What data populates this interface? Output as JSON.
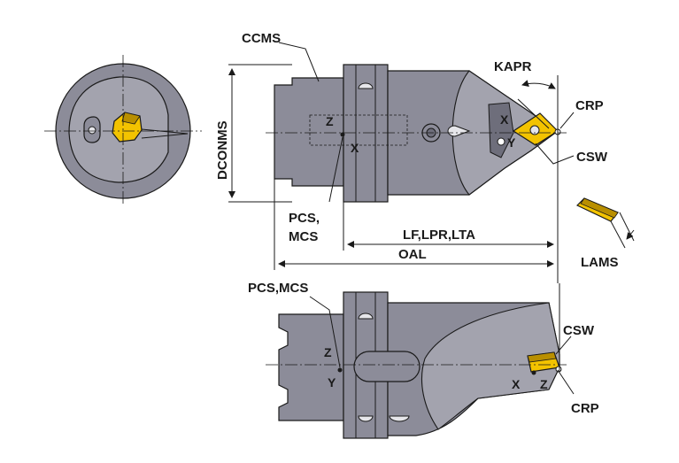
{
  "labels": {
    "ccms": "CCMS",
    "kapr": "KAPR",
    "crp_top": "CRP",
    "csw_top": "CSW",
    "dconms": "DCONMS",
    "pcs_mcs_top_line1": "PCS,",
    "pcs_mcs_top_line2": "MCS",
    "lf_lpr_lta": "LF,LPR,LTA",
    "oal": "OAL",
    "lams": "LAMS",
    "pcs_mcs_bottom": "PCS,MCS",
    "csw_bottom": "CSW",
    "crp_bottom": "CRP",
    "axis_z": "Z",
    "axis_x": "X",
    "axis_y": "Y"
  },
  "colors": {
    "body_gray": "#8c8c99",
    "body_dark": "#6e6e7b",
    "body_light": "#a3a3ae",
    "insert_yellow": "#f3c300",
    "insert_dark": "#b98f00",
    "line": "#1a1a1a"
  }
}
